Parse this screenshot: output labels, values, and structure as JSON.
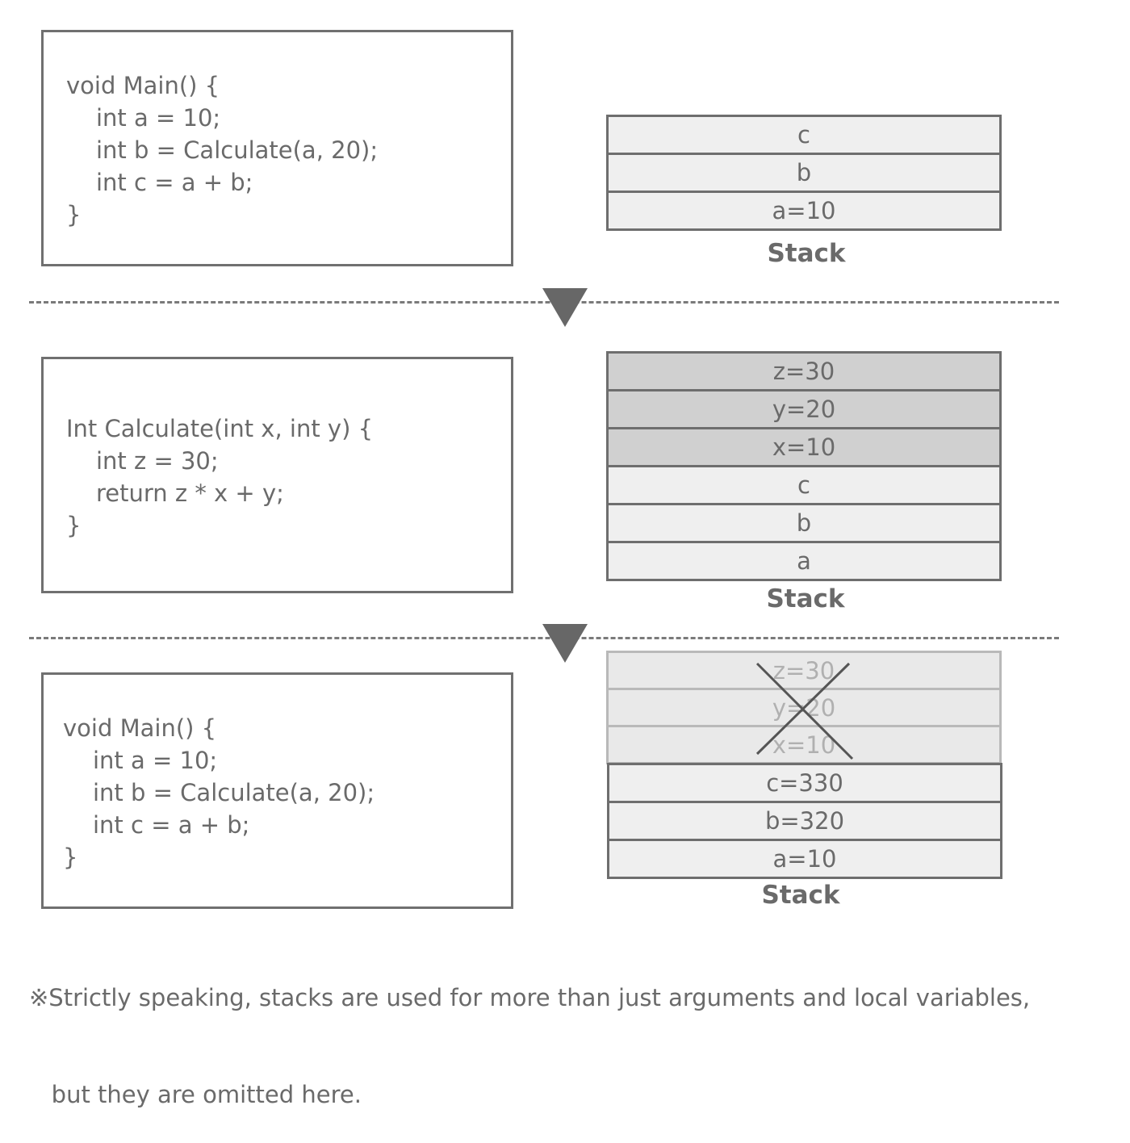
{
  "panel1": {
    "code": [
      {
        "text": "void Main() {",
        "indent": false
      },
      {
        "text": "int a = 10;",
        "indent": true
      },
      {
        "text": "int b = Calculate(a, 20);",
        "indent": true
      },
      {
        "text": "int c = a + b;",
        "indent": true
      },
      {
        "text": "}",
        "indent": false
      }
    ],
    "stack": [
      {
        "label": "c",
        "state": "normal"
      },
      {
        "label": "b",
        "state": "normal"
      },
      {
        "label": "a=10",
        "state": "normal"
      }
    ],
    "stack_label": "Stack"
  },
  "panel2": {
    "code": [
      {
        "text": "Int Calculate(int x, int y) {",
        "indent": false
      },
      {
        "text": "int z = 30;",
        "indent": true
      },
      {
        "text": "return z * x + y;",
        "indent": true
      },
      {
        "text": "}",
        "indent": false
      }
    ],
    "stack": [
      {
        "label": "z=30",
        "state": "active"
      },
      {
        "label": "y=20",
        "state": "active"
      },
      {
        "label": "x=10",
        "state": "active"
      },
      {
        "label": "c",
        "state": "normal"
      },
      {
        "label": "b",
        "state": "normal"
      },
      {
        "label": "a",
        "state": "normal"
      }
    ],
    "stack_label": "Stack"
  },
  "panel3": {
    "code": [
      {
        "text": "void Main() {",
        "indent": false
      },
      {
        "text": "int a = 10;",
        "indent": true
      },
      {
        "text": "int b = Calculate(a, 20);",
        "indent": true
      },
      {
        "text": "int c = a + b;",
        "indent": true
      },
      {
        "text": "}",
        "indent": false
      }
    ],
    "stack_removed": [
      {
        "label": "z=30",
        "state": "faded"
      },
      {
        "label": "y=20",
        "state": "faded"
      },
      {
        "label": "x=10",
        "state": "faded"
      }
    ],
    "stack": [
      {
        "label": "c=330",
        "state": "normal"
      },
      {
        "label": "b=320",
        "state": "normal"
      },
      {
        "label": "a=10",
        "state": "normal"
      }
    ],
    "stack_label": "Stack"
  },
  "footnote": {
    "line1": "※Strictly speaking, stacks are used for more than just arguments and local variables,",
    "line2": "   but they are omitted here."
  },
  "colors": {
    "active_cell": "#d0d0d0",
    "normal_cell": "#efefef",
    "border": "#6e6e6e",
    "arrow": "#676767"
  }
}
